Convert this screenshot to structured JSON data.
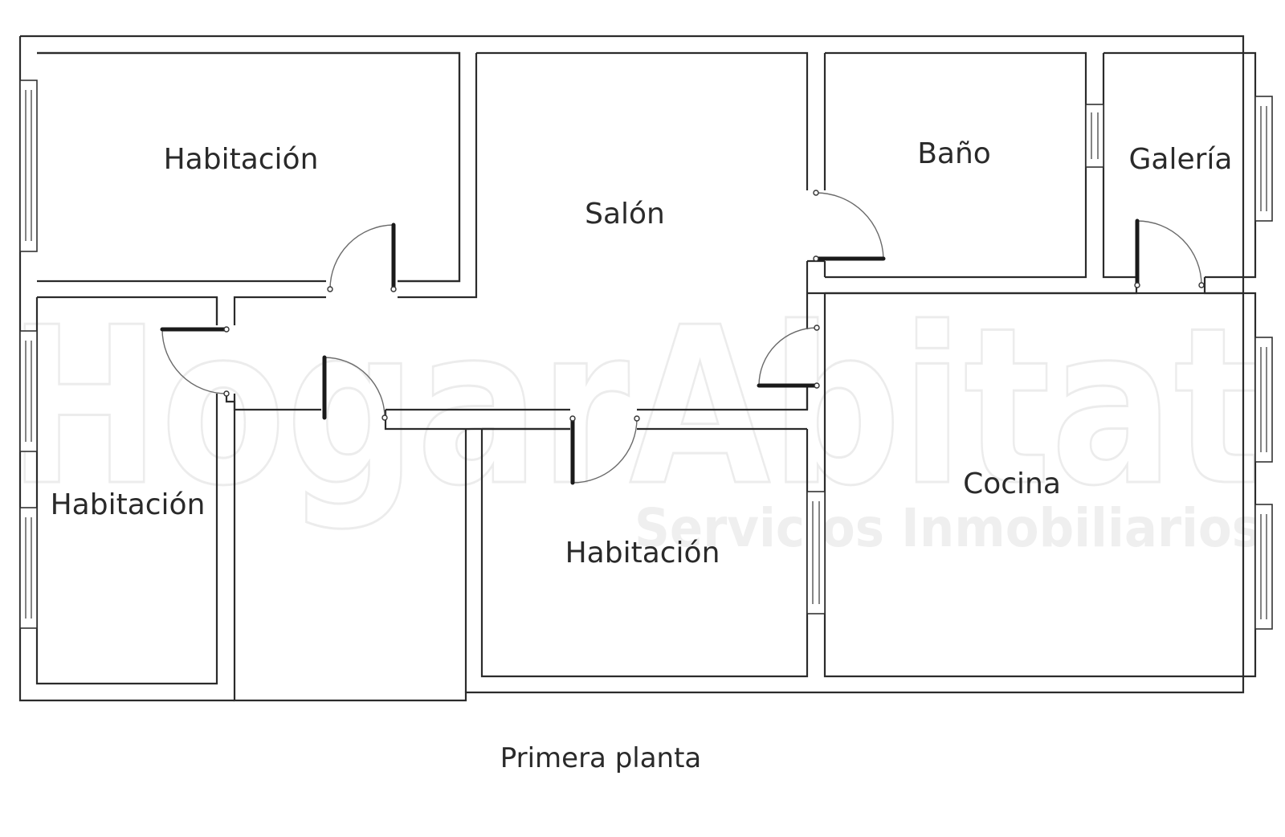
{
  "plan": {
    "rooms": [
      {
        "id": "habitacion-1",
        "label": "Habitación"
      },
      {
        "id": "salon",
        "label": "Salón"
      },
      {
        "id": "bano",
        "label": "Baño"
      },
      {
        "id": "galeria",
        "label": "Galería"
      },
      {
        "id": "habitacion-2",
        "label": "Habitación"
      },
      {
        "id": "habitacion-3",
        "label": "Habitación"
      },
      {
        "id": "cocina",
        "label": "Cocina"
      }
    ],
    "caption": "Primera planta"
  },
  "watermark": {
    "brand": "HogarAbitat",
    "tagline": "Servicios Inmobiliarios"
  }
}
